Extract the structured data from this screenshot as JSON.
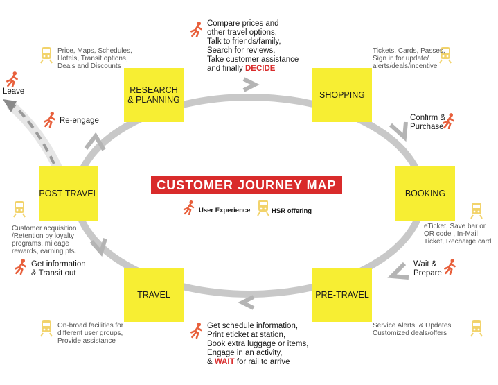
{
  "title": "CUSTOMER JOURNEY MAP",
  "legend": {
    "user_experience": "User Experience",
    "hsr_offering": "HSR offering"
  },
  "colors": {
    "stage_fill": "#f7ee33",
    "accent_red": "#d92b2b",
    "ring_gray": "#c8c8c8",
    "icon_train": "#f2d36b",
    "icon_walker": "#e8603c"
  },
  "icons": {
    "walker": "running-person-icon",
    "train": "train-icon"
  },
  "stages": {
    "research": "RESEARCH\n& PLANNING",
    "shopping": "SHOPPING",
    "booking": "BOOKING",
    "pre_travel": "PRE-TRAVEL",
    "travel": "TRAVEL",
    "post_travel": "POST-TRAVEL"
  },
  "user_actions": {
    "research": {
      "lines": [
        "Compare prices and",
        "other travel options,",
        "Talk to friends/family,",
        "Search for reviews,",
        "Take customer assistance"
      ],
      "last_prefix": "and finally ",
      "last_emphasis": "DECIDE"
    },
    "booking": "Confirm &\nPurchase",
    "pre_travel": "Wait &\nPrepare",
    "travel": {
      "lines": [
        "Get schedule information,",
        "Print eticket at station,",
        "Book extra luggage or items,",
        "Engage in an activity,"
      ],
      "last_prefix": "& ",
      "last_emphasis": "WAIT",
      "last_suffix": " for rail to arrive"
    },
    "post_travel": "Get information\n& Transit out",
    "reengage": "Re-engage",
    "leave": "Leave"
  },
  "hsr_offerings": {
    "research": "Price, Maps, Schedules,\nHotels, Transit options,\nDeals and Discounts",
    "shopping": "Tickets, Cards, Passes,\nSign in for update/\nalerts/deals/incentive",
    "booking": "eTicket, Save bar or\nQR code , In-Mail\nTicket, Recharge card",
    "pre_travel": "Service Alerts, & Updates\nCustomized deals/offers",
    "travel": "On-broad facilities for\ndifferent user groups,\nProvide assistance",
    "post_travel": "Customer acquisition\n/Retention by loyalty\nprograms, mileage\nrewards, earning pts."
  }
}
